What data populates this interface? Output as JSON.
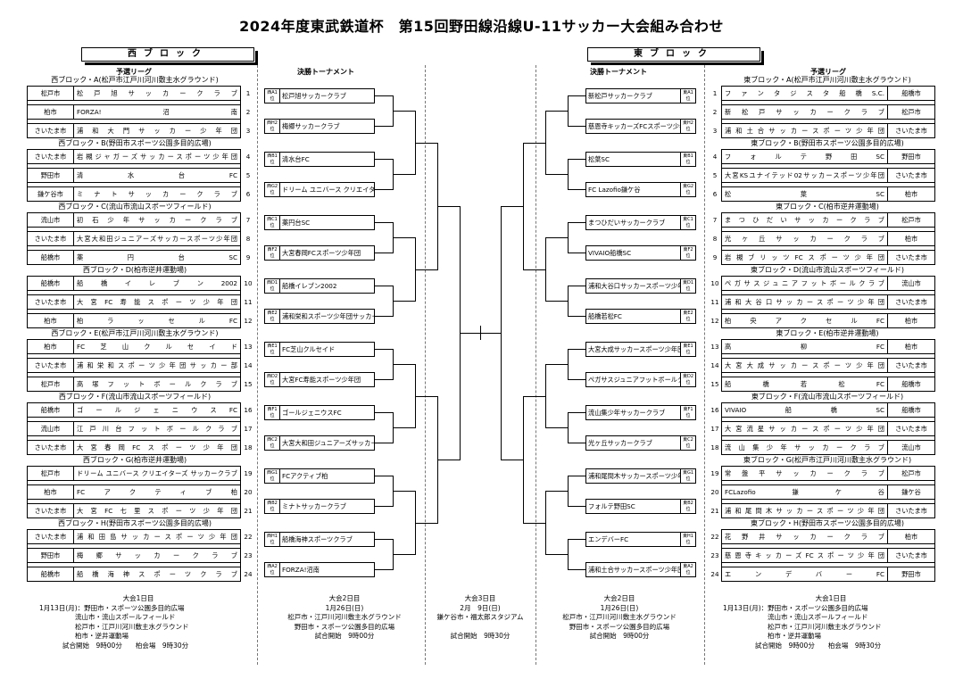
{
  "title": "2024年度東武鉄道杯　第15回野田線沿線U-11サッカー大会組み合わせ",
  "west_label": "西ブロック",
  "east_label": "東ブロック",
  "col_prelim": "予選リーグ",
  "col_final": "決勝トーナメント",
  "west_blocks": [
    {
      "label": "西ブロック・A(松戸市江戸川河川敷主水グラウンド)",
      "rows": [
        {
          "city": "松戸市",
          "team": "松戸旭サッカークラブ",
          "no": "1"
        },
        {
          "city": "柏市",
          "team": "FORZA!沼南",
          "no": "2"
        },
        {
          "city": "さいたま市",
          "team": "浦和大門サッカー少年団",
          "no": "3"
        }
      ]
    },
    {
      "label": "西ブロック・B(野田市スポーツ公園多目的広場)",
      "rows": [
        {
          "city": "さいたま市",
          "team": "岩槻ジャガーズサッカースポーツ少年団",
          "no": "4"
        },
        {
          "city": "野田市",
          "team": "清水台FC",
          "no": "5"
        },
        {
          "city": "鎌ケ谷市",
          "team": "ミナトサッカークラブ",
          "no": "6"
        }
      ]
    },
    {
      "label": "西ブロック・C(流山市流山スポーツフィールド)",
      "rows": [
        {
          "city": "流山市",
          "team": "初石少年サッカークラブ",
          "no": "7"
        },
        {
          "city": "さいたま市",
          "team": "大宮大和田ジュニアーズサッカースポーツ少年団",
          "no": "8"
        },
        {
          "city": "船橋市",
          "team": "薬円台SC",
          "no": "9"
        }
      ]
    },
    {
      "label": "西ブロック・D(柏市逆井運動場)",
      "rows": [
        {
          "city": "船橋市",
          "team": "船橋イレブン2002",
          "no": "10"
        },
        {
          "city": "さいたま市",
          "team": "大宮FC寿能スポーツ少年団",
          "no": "11"
        },
        {
          "city": "柏市",
          "team": "柏ラッセルFC",
          "no": "12"
        }
      ]
    },
    {
      "label": "西ブロック・E(松戸市江戸川河川敷主水グラウンド)",
      "rows": [
        {
          "city": "柏市",
          "team": "FC芝山クルセイド",
          "no": "13"
        },
        {
          "city": "さいたま市",
          "team": "浦和栄和スポーツ少年団サッカー部",
          "no": "14"
        },
        {
          "city": "松戸市",
          "team": "高塚フットボールクラブ",
          "no": "15"
        }
      ]
    },
    {
      "label": "西ブロック・F(流山市流山スポーツフィールド)",
      "rows": [
        {
          "city": "船橋市",
          "team": "ゴールジェニウスFC",
          "no": "16"
        },
        {
          "city": "流山市",
          "team": "江戸川台フットボールクラブ",
          "no": "17"
        },
        {
          "city": "さいたま市",
          "team": "大宮春岡FCスポーツ少年団",
          "no": "18"
        }
      ]
    },
    {
      "label": "西ブロック・G(柏市逆井運動場)",
      "rows": [
        {
          "city": "松戸市",
          "team": "ドリーム ユニバース クリエイターズ サッカークラブ",
          "no": "19"
        },
        {
          "city": "柏市",
          "team": "FCアクティブ柏",
          "no": "20"
        },
        {
          "city": "さいたま市",
          "team": "大宮FC七里スポーツ少年団",
          "no": "21"
        }
      ]
    },
    {
      "label": "西ブロック・H(野田市スポーツ公園多目的広場)",
      "rows": [
        {
          "city": "さいたま市",
          "team": "浦和田島サッカースポーツ少年団",
          "no": "22"
        },
        {
          "city": "野田市",
          "team": "梅郷サッカークラブ",
          "no": "23"
        },
        {
          "city": "船橋市",
          "team": "船橋海神スポーツクラブ",
          "no": "24"
        }
      ]
    }
  ],
  "east_blocks": [
    {
      "label": "東ブロック・A(松戸市江戸川河川敷主水グラウンド)",
      "rows": [
        {
          "no": "1",
          "team": "ファンタジスタ船橋S.C.",
          "city": "船橋市"
        },
        {
          "no": "2",
          "team": "新松戸サッカークラブ",
          "city": "松戸市"
        },
        {
          "no": "3",
          "team": "浦和土合サッカースポーツ少年団",
          "city": "さいたま市"
        }
      ]
    },
    {
      "label": "東ブロック・B(野田市スポーツ公園多目的広場)",
      "rows": [
        {
          "no": "4",
          "team": "フォルテ野田SC",
          "city": "野田市"
        },
        {
          "no": "5",
          "team": "大宮KSユナイテッド02サッカースポーツ少年団",
          "city": "さいたま市"
        },
        {
          "no": "6",
          "team": "松葉SC",
          "city": "柏市"
        }
      ]
    },
    {
      "label": "東ブロック・C(柏市逆井運動場)",
      "rows": [
        {
          "no": "7",
          "team": "まつひだいサッカークラブ",
          "city": "松戸市"
        },
        {
          "no": "8",
          "team": "光ヶ丘サッカークラブ",
          "city": "柏市"
        },
        {
          "no": "9",
          "team": "岩槻ブリッツFCスポーツ少年団",
          "city": "さいたま市"
        }
      ]
    },
    {
      "label": "東ブロック・D(流山市流山スポーツフィールド)",
      "rows": [
        {
          "no": "10",
          "team": "ペガサスジュニアフットボールクラブ",
          "city": "流山市"
        },
        {
          "no": "11",
          "team": "浦和大谷口サッカースポーツ少年団",
          "city": "さいたま市"
        },
        {
          "no": "12",
          "team": "柏央アクセルFC",
          "city": "柏市"
        }
      ]
    },
    {
      "label": "東ブロック・E(柏市逆井運動場)",
      "rows": [
        {
          "no": "13",
          "team": "高柳FC",
          "city": "柏市"
        },
        {
          "no": "14",
          "team": "大宮大成サッカースポーツ少年団",
          "city": "さいたま市"
        },
        {
          "no": "15",
          "team": "船橋若松FC",
          "city": "船橋市"
        }
      ]
    },
    {
      "label": "東ブロック・F(流山市流山スポーツフィールド)",
      "rows": [
        {
          "no": "16",
          "team": "VIVAIO船橋SC",
          "city": "船橋市"
        },
        {
          "no": "17",
          "team": "大宮流星サッカースポーツ少年団",
          "city": "さいたま市"
        },
        {
          "no": "18",
          "team": "流山集少年サッカークラブ",
          "city": "流山市"
        }
      ]
    },
    {
      "label": "東ブロック・G(松戸市江戸川河川敷主水グラウンド)",
      "rows": [
        {
          "no": "19",
          "team": "常盤平サッカークラブ",
          "city": "松戸市"
        },
        {
          "no": "20",
          "team": "FCLazofio鎌ケ谷",
          "city": "鎌ケ谷"
        },
        {
          "no": "21",
          "team": "浦和尾間木サッカースポーツ少年団",
          "city": "さいたま市"
        }
      ]
    },
    {
      "label": "東ブロック・H(野田市スポーツ公園多目的広場)",
      "rows": [
        {
          "no": "22",
          "team": "花野井サッカークラブ",
          "city": "柏市"
        },
        {
          "no": "23",
          "team": "慈恩寺キッカーズFCスポーツ少年団",
          "city": "さいたま市"
        },
        {
          "no": "24",
          "team": "エンデバーFC",
          "city": "野田市"
        }
      ]
    }
  ],
  "west_bracket": [
    {
      "tag": "西A1位",
      "name": "松戸旭サッカークラブ"
    },
    {
      "tag": "西H2位",
      "name": "梅郷サッカークラブ"
    },
    {
      "tag": "西B1位",
      "name": "清水台FC"
    },
    {
      "tag": "西G2位",
      "name": "ドリーム ユニバース クリエイターズ サッカークラ"
    },
    {
      "tag": "西C1位",
      "name": "薬円台SC"
    },
    {
      "tag": "西F2位",
      "name": "大宮春岡FCスポーツ少年団"
    },
    {
      "tag": "西D1位",
      "name": "船橋イレブン2002"
    },
    {
      "tag": "西E2位",
      "name": "浦和栄和スポーツ少年団サッカー部"
    },
    {
      "tag": "西E1位",
      "name": "FC芝山クルセイド"
    },
    {
      "tag": "西D2位",
      "name": "大宮FC寿能スポーツ少年団"
    },
    {
      "tag": "西F1位",
      "name": "ゴールジェニウスFC"
    },
    {
      "tag": "西C2位",
      "name": "大宮大和田ジュニアーズサッカースポーツ少年団"
    },
    {
      "tag": "西G1位",
      "name": "FCアクティブ柏"
    },
    {
      "tag": "西B2位",
      "name": "ミナトサッカークラブ"
    },
    {
      "tag": "西H1位",
      "name": "船橋海神スポーツクラブ"
    },
    {
      "tag": "西A2位",
      "name": "FORZA!沼南"
    }
  ],
  "east_bracket": [
    {
      "tag": "東A1位",
      "name": "新松戸サッカークラブ"
    },
    {
      "tag": "東H2位",
      "name": "慈恩寺キッカーズFCスポーツ少年団"
    },
    {
      "tag": "東B1位",
      "name": "松葉SC"
    },
    {
      "tag": "東G2位",
      "name": "FC Lazofio鎌ケ谷"
    },
    {
      "tag": "東C1位",
      "name": "まつひだいサッカークラブ"
    },
    {
      "tag": "東F2位",
      "name": "VIVAIO船橋SC"
    },
    {
      "tag": "東D1位",
      "name": "浦和大谷口サッカースポーツ少年団"
    },
    {
      "tag": "東E2位",
      "name": "船橋若松FC"
    },
    {
      "tag": "東E1位",
      "name": "大宮大成サッカースポーツ少年団"
    },
    {
      "tag": "東D2位",
      "name": "ペガサスジュニアフットボールクラブ"
    },
    {
      "tag": "東F1位",
      "name": "流山集少年サッカークラブ"
    },
    {
      "tag": "東C2位",
      "name": "光ヶ丘サッカークラブ"
    },
    {
      "tag": "東G1位",
      "name": "浦和尾間木サッカースポーツ少年団"
    },
    {
      "tag": "東B2位",
      "name": "フォルテ野田SC"
    },
    {
      "tag": "東H1位",
      "name": "エンデバーFC"
    },
    {
      "tag": "東A2位",
      "name": "浦和土合サッカースポーツ少年団"
    }
  ],
  "footer": {
    "west_day1": [
      "大会1日目",
      "1月13日(月)：野田市・スポーツ公園多目的広場",
      "流山市・流山スポールフィールド",
      "松戸市・江戸川河川敷主水グラウンド",
      "柏市・逆井運動場",
      "試合開始　9時00分　　柏会場　9時30分"
    ],
    "west_day2": [
      "大会2日目",
      "1月26日(日)",
      "松戸市・江戸川河川敷主水グラウンド",
      "野田市・スポーツ公園多目的広場",
      "試合開始　9時00分"
    ],
    "day3": [
      "大会3日目",
      "2月　9日(日)",
      "鎌ケ谷市・福太郎スタジアム",
      "試合開始　9時30分"
    ],
    "east_day2": [
      "大会2日目",
      "1月26日(日)",
      "松戸市・江戸川河川敷主水グラウンド",
      "野田市・スポーツ公園多目的広場",
      "試合開始　9時00分"
    ],
    "east_day1": [
      "大会1日目",
      "1月13日(月)：野田市・スポーツ公園多目的広場",
      "流山市・流山スポールフィールド",
      "松戸市・江戸川河川敷主水グラウンド",
      "柏市・逆井運動場",
      "試合開始　9時00分　　柏会場　9時30分"
    ]
  }
}
